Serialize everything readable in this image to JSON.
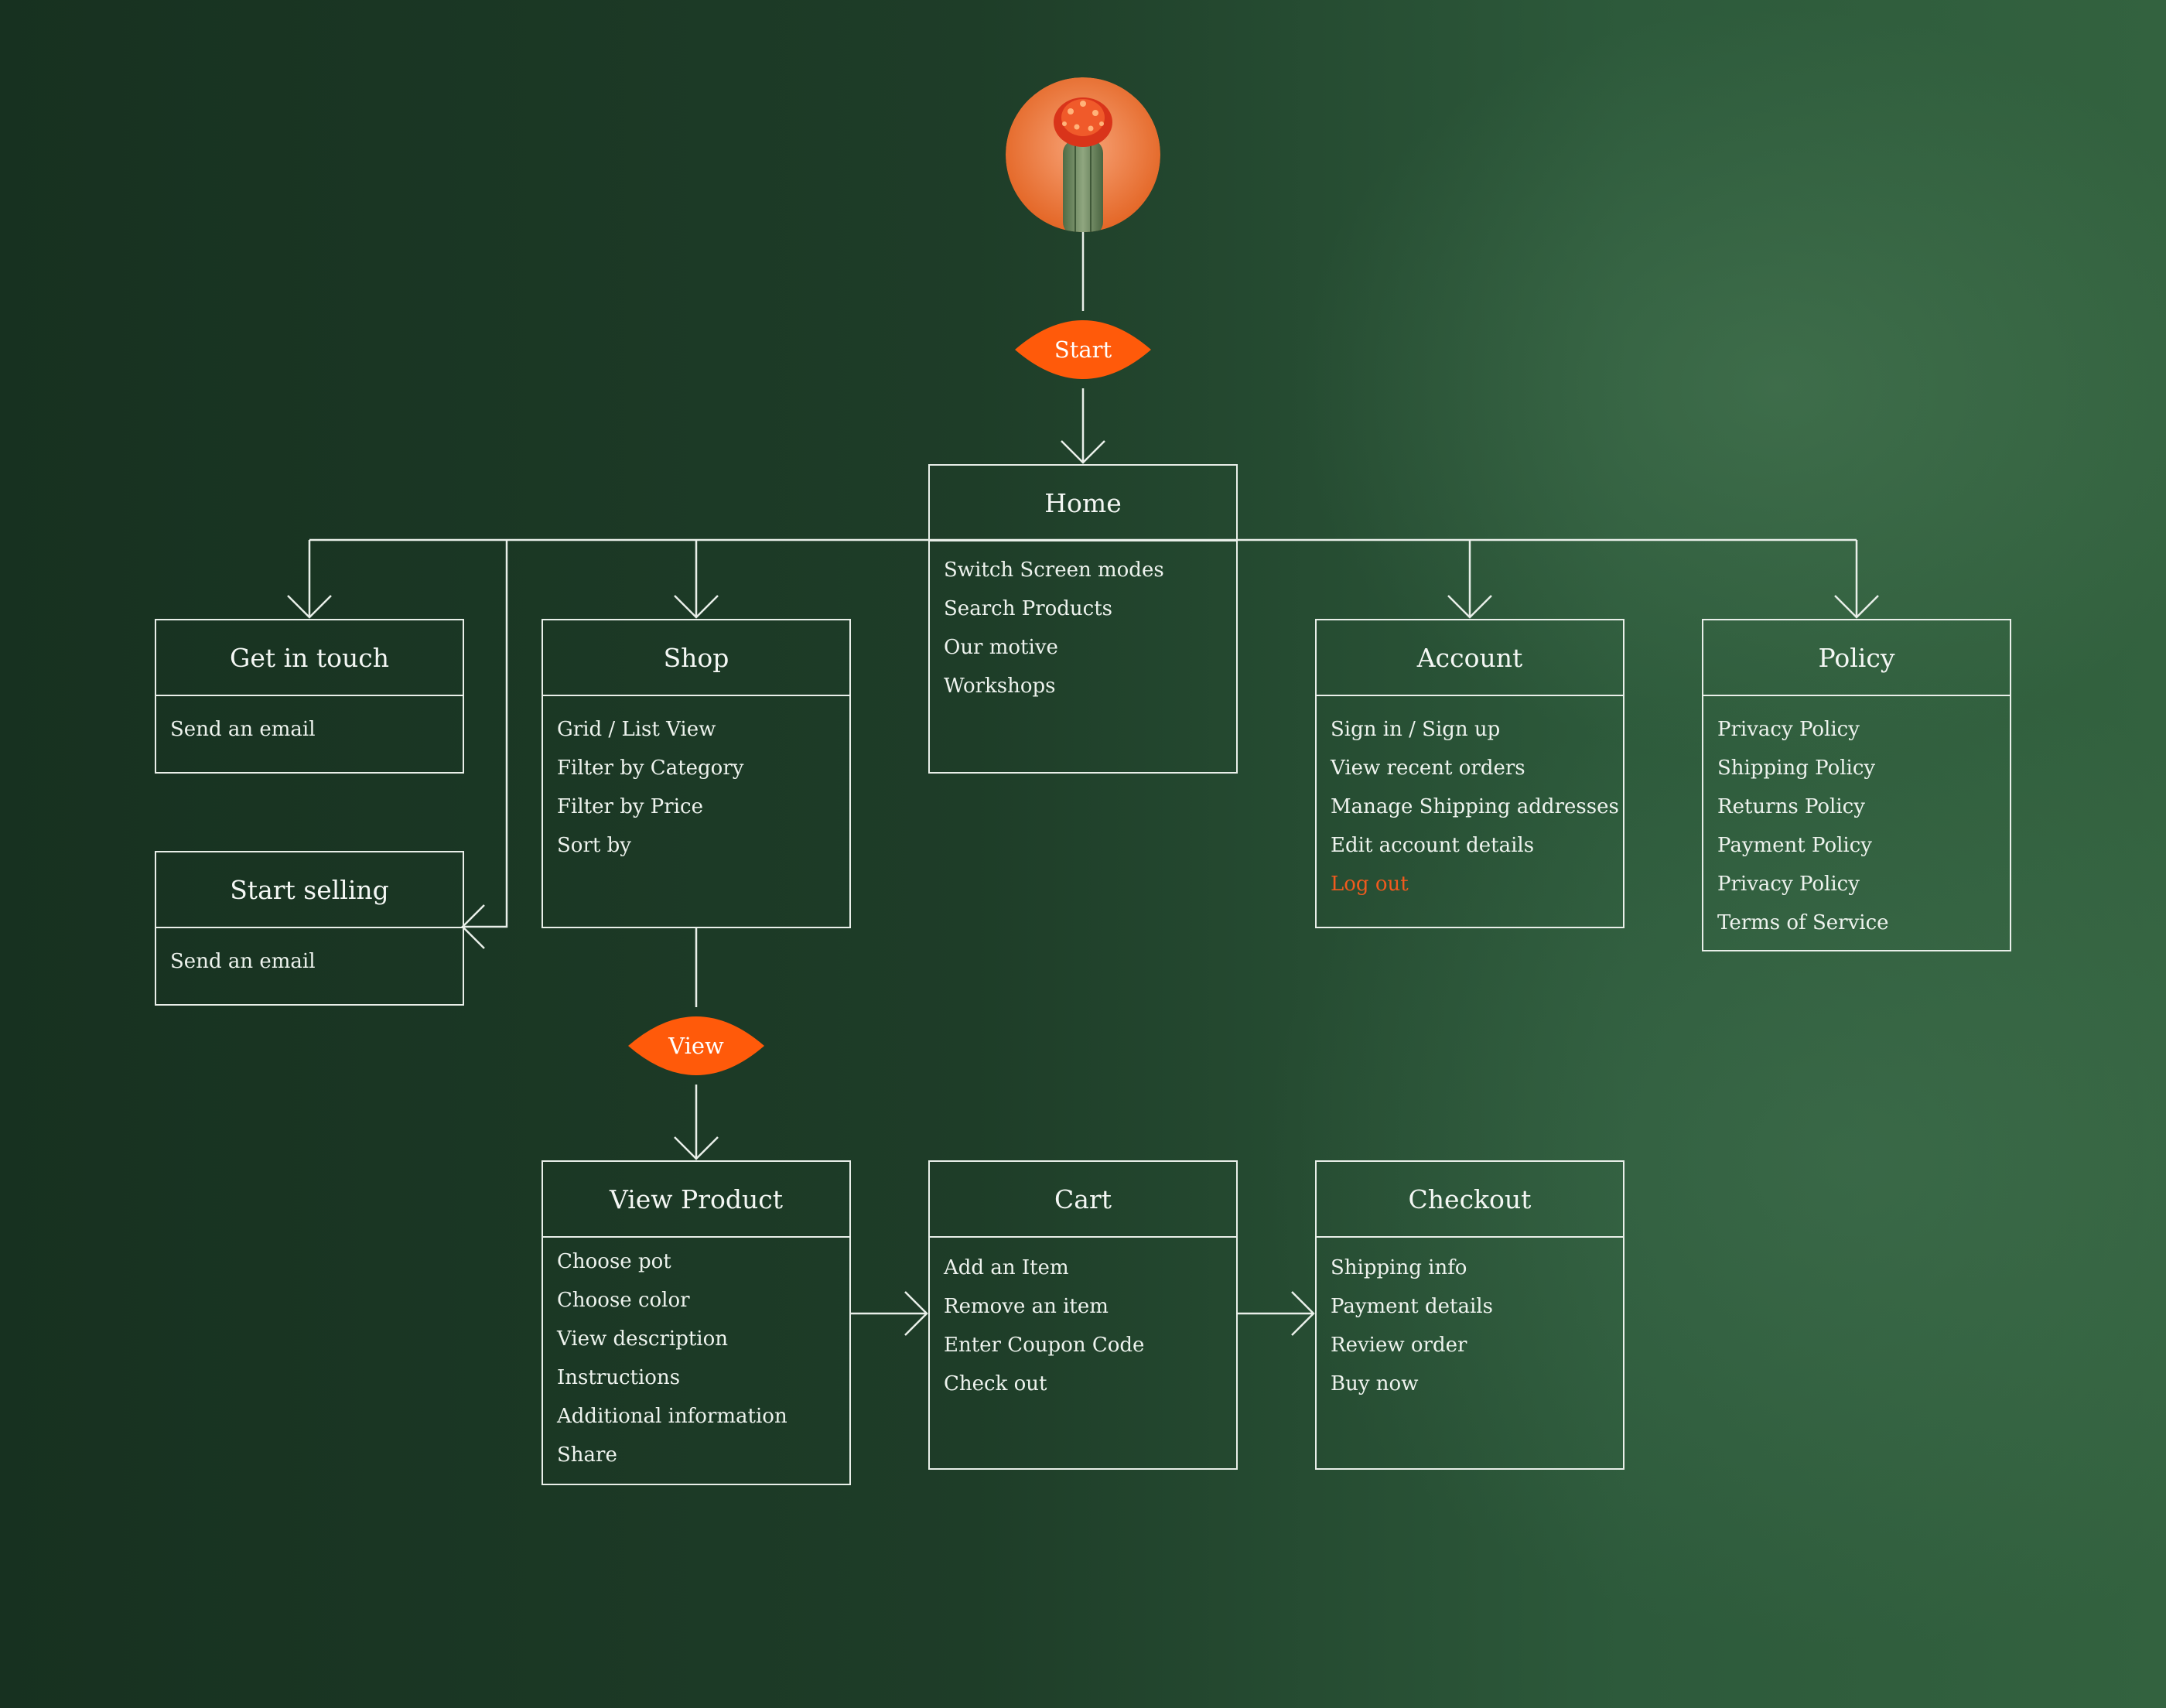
{
  "colors": {
    "background": "#1e3d28",
    "line": "#e9efe9",
    "accent": "#ff5a0a",
    "text": "#eef3ee"
  },
  "logo": {
    "icon": "cactus-icon"
  },
  "decisions": {
    "start": "Start",
    "view": "View"
  },
  "home": {
    "title": "Home",
    "items": [
      "Switch Screen modes",
      "Search Products",
      "Our motive",
      "Workshops"
    ]
  },
  "get_in_touch": {
    "title": "Get in touch",
    "items": [
      "Send an email"
    ]
  },
  "start_selling": {
    "title": "Start selling",
    "items": [
      "Send an email"
    ]
  },
  "shop": {
    "title": "Shop",
    "items": [
      "Grid / List View",
      "Filter by Category",
      "Filter by  Price",
      "Sort by"
    ]
  },
  "account": {
    "title": "Account",
    "items": [
      "Sign in / Sign up",
      "View recent orders",
      "Manage Shipping addresses",
      "Edit  account details",
      "Log out"
    ]
  },
  "policy": {
    "title": "Policy",
    "items": [
      "Privacy Policy",
      "Shipping Policy",
      "Returns  Policy",
      "Payment Policy",
      "Privacy Policy",
      "Terms of Service"
    ]
  },
  "view_product": {
    "title": "View Product",
    "items": [
      "Choose pot",
      "Choose color",
      "View description",
      "Instructions",
      "Additional information",
      "Share"
    ]
  },
  "cart": {
    "title": "Cart",
    "items": [
      "Add an Item",
      "Remove an item",
      "Enter Coupon Code",
      "Check out"
    ]
  },
  "checkout": {
    "title": "Checkout",
    "items": [
      "Shipping info",
      "Payment details",
      "Review order",
      "Buy now"
    ]
  }
}
